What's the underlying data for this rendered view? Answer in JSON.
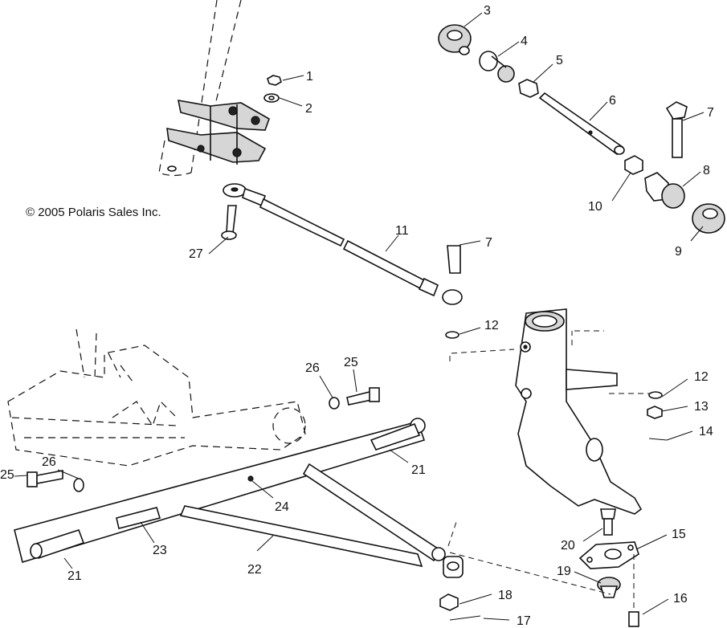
{
  "copyright": "© 2005 Polaris Sales Inc.",
  "callouts": {
    "c1": "1",
    "c2": "2",
    "c3": "3",
    "c4": "4",
    "c5": "5",
    "c6": "6",
    "c7a": "7",
    "c7b": "7",
    "c8": "8",
    "c9": "9",
    "c10": "10",
    "c11": "11",
    "c12a": "12",
    "c12b": "12",
    "c13": "13",
    "c14": "14",
    "c15": "15",
    "c16": "16",
    "c17": "17",
    "c18": "18",
    "c19": "19",
    "c20": "20",
    "c21a": "21",
    "c21b": "21",
    "c22": "22",
    "c23": "23",
    "c24": "24",
    "c25a": "25",
    "c25b": "25",
    "c26a": "26",
    "c26b": "26",
    "c27": "27"
  }
}
